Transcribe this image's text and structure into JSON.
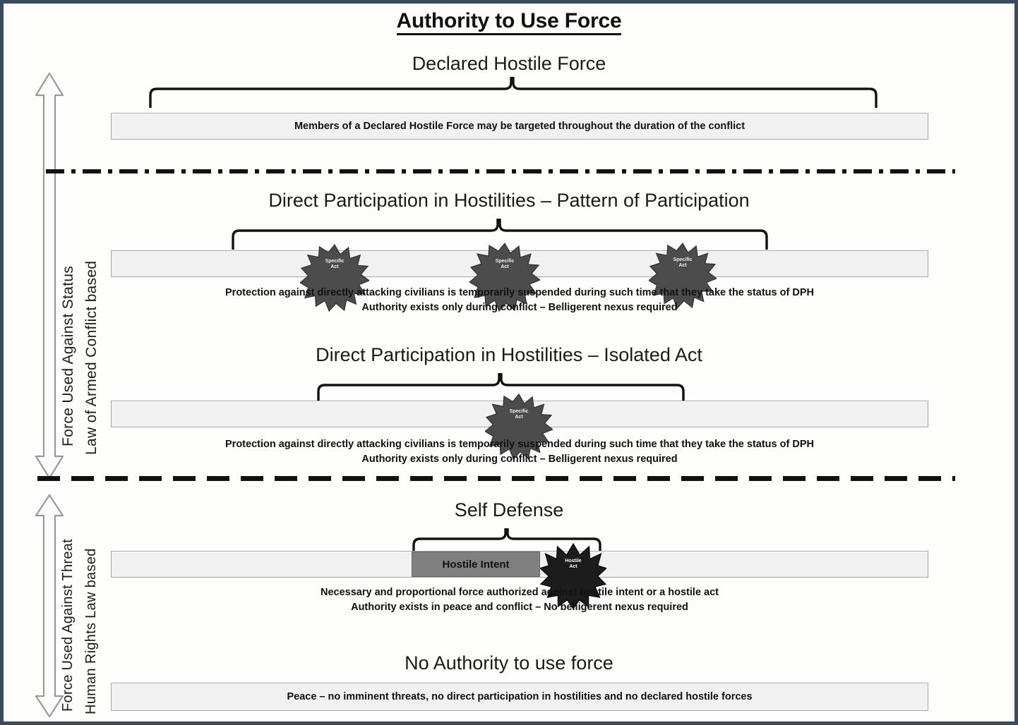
{
  "page": {
    "title": "Authority to Use Force",
    "border_color": "#3c4a5e",
    "background_color": "#fdfdfb"
  },
  "axis_labels": {
    "status_arrow_label": "Force Used Against Status",
    "status_law_label": "Law of Armed Conflict based",
    "threat_arrow_label": "Force Used Against Threat",
    "threat_law_label": "Human Rights Law based"
  },
  "sections": {
    "declared_hostile_force": {
      "heading": "Declared Hostile Force",
      "bar_label": "Members of a Declared Hostile Force may be targeted throughout the duration of the conflict"
    },
    "dph_pattern": {
      "heading": "Direct Participation in Hostilities – Pattern of Participation",
      "caption_line1": "Protection against directly attacking civilians is temporarily suspended during such time that they take the status of DPH",
      "caption_line2": "Authority exists only during conflict – Belligerent nexus required",
      "bursts": [
        {
          "label_line1": "Specific",
          "label_line2": "Act"
        },
        {
          "label_line1": "Specific",
          "label_line2": "Act"
        },
        {
          "label_line1": "Specific",
          "label_line2": "Act"
        }
      ]
    },
    "dph_isolated": {
      "heading": "Direct Participation in Hostilities – Isolated Act",
      "caption_line1": "Protection against directly attacking civilians is temporarily suspended during such time that they take the status of DPH",
      "caption_line2": "Authority exists only during conflict – Belligerent nexus required",
      "bursts": [
        {
          "label_line1": "Specific",
          "label_line2": "Act"
        }
      ]
    },
    "self_defense": {
      "heading": "Self Defense",
      "hostile_intent_label": "Hostile Intent",
      "hostile_act_line1": "Hostile",
      "hostile_act_line2": "Act",
      "caption_line1": "Necessary and proportional force authorized against hostile intent or a hostile act",
      "caption_line2": "Authority exists in peace and conflict – No belligerent nexus required"
    },
    "no_authority": {
      "heading": "No Authority to use force",
      "bar_label": "Peace – no imminent threats, no direct participation in hostilities and no declared hostile forces"
    }
  },
  "colors": {
    "bar_fill": "#f1f1f1",
    "bar_border": "#a6a6a6",
    "burst_specific_act": "#4c4c4c",
    "burst_hostile_act": "#1c1c1c",
    "hostile_intent_fill": "#808080",
    "brace_stroke": "#111111",
    "divider": "#111111"
  }
}
